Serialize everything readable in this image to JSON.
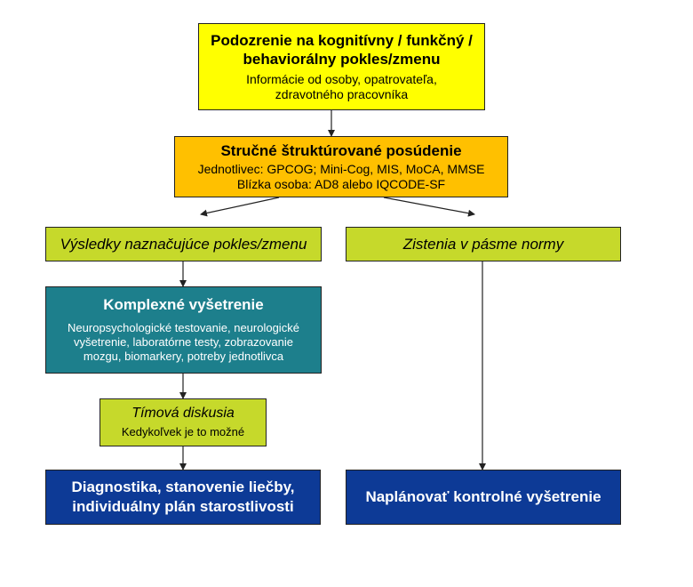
{
  "boxes": {
    "suspicion": {
      "title_line1": "Podozrenie na kognitívny / funkčný /",
      "title_line2": "behaviorálny pokles/zmenu",
      "sub_line1": "Informácie od osoby, opatrovateľa,",
      "sub_line2": "zdravotného pracovníka"
    },
    "assessment": {
      "title": "Stručné štruktúrované posúdenie",
      "line1": "Jednotlivec: GPCOG; Mini-Cog, MIS, MoCA, MMSE",
      "line2": "Blízka osoba: AD8 alebo IQCODE-SF"
    },
    "decline_result": {
      "label": "Výsledky naznačujúce pokles/zmenu"
    },
    "normal_result": {
      "label": "Zistenia v pásme normy"
    },
    "complex_exam": {
      "title": "Komplexné vyšetrenie",
      "line1": "Neuropsychologické testovanie, neurologické",
      "line2": "vyšetrenie, laboratórne testy, zobrazovanie",
      "line3": "mozgu, biomarkery, potreby jednotlivca"
    },
    "team_discussion": {
      "title": "Tímová diskusia",
      "sub": "Kedykoľvek je to možné"
    },
    "diagnostics": {
      "line1": "Diagnostika, stanovenie liečby,",
      "line2": "individuálny plán starostlivosti"
    },
    "follow_up": {
      "label": "Naplánovať kontrolné vyšetrenie"
    }
  },
  "colors": {
    "yellow": "#ffff00",
    "orange": "#ffc000",
    "lime": "#c6d92b",
    "teal": "#1d7f8c",
    "navy": "#0d3a96"
  }
}
